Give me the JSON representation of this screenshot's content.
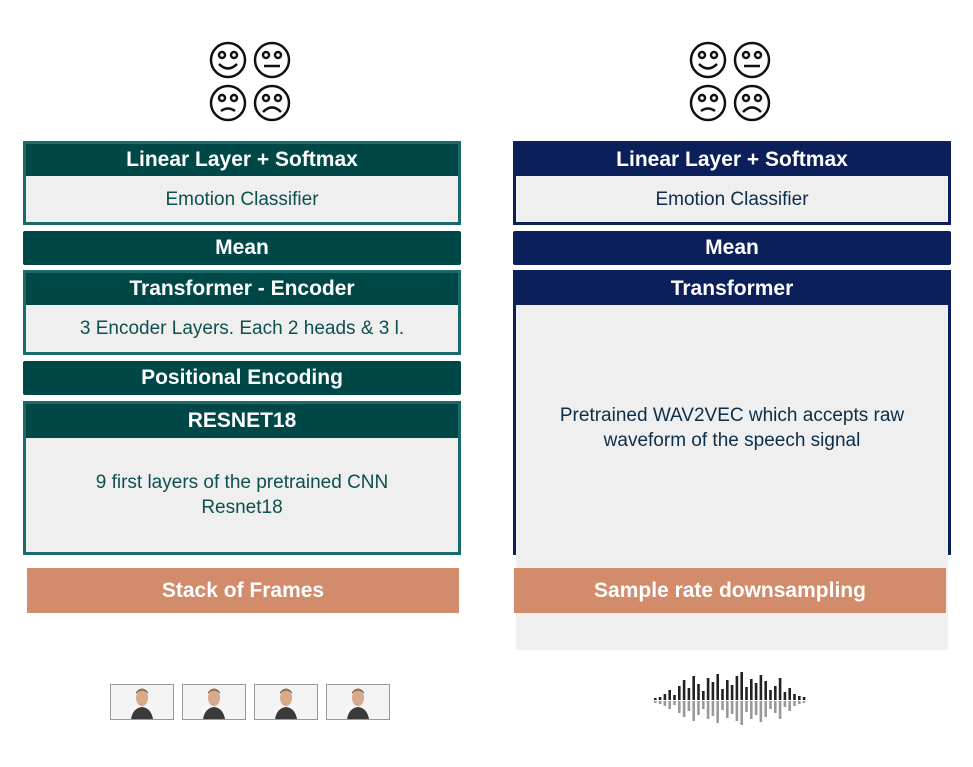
{
  "left": {
    "classifier": {
      "header": "Linear Layer + Softmax",
      "body": "Emotion Classifier"
    },
    "mean": "Mean",
    "encoder": {
      "header": "Transformer - Encoder",
      "body": "3 Encoder Layers. Each 2 heads & 3 l."
    },
    "positional": "Positional Encoding",
    "resnet": {
      "header": "RESNET18",
      "body_line1": "9 first layers of the pretrained CNN",
      "body_line2": "Resnet18"
    },
    "input_label": "Stack of Frames",
    "input_icon": "face-frames-icon"
  },
  "right": {
    "classifier": {
      "header": "Linear Layer + Softmax",
      "body": "Emotion Classifier"
    },
    "mean": "Mean",
    "transformer": {
      "header": "Transformer",
      "body_line1": "Pretrained WAV2VEC which accepts raw",
      "body_line2": "waveform of the speech signal"
    },
    "input_label": "Sample rate downsampling",
    "input_icon": "waveform-icon"
  },
  "icons": {
    "emotions": [
      "happy-face-icon",
      "neutral-face-icon",
      "sad-face-icon",
      "frowning-face-icon"
    ]
  },
  "colors": {
    "teal_header": "#004848",
    "teal_border": "#1a6b6b",
    "navy": "#0b1f5b",
    "panel": "#efefef",
    "orange": "#d28b6b"
  }
}
